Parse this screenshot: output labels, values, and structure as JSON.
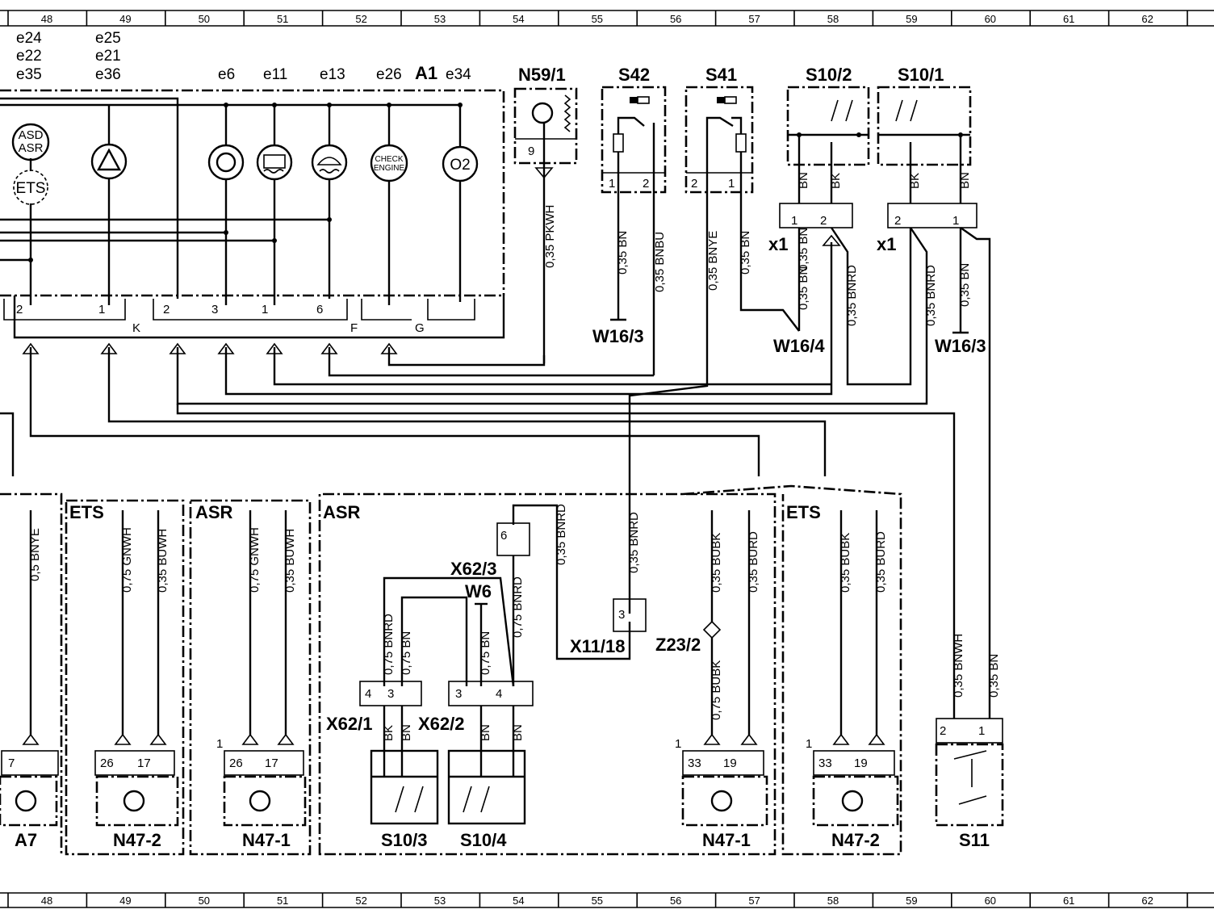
{
  "grid": [
    "48",
    "49",
    "50",
    "51",
    "52",
    "53",
    "54",
    "55",
    "56",
    "57",
    "58",
    "59",
    "60",
    "61",
    "62"
  ],
  "components": {
    "a1": "A1",
    "n59_1": "N59/1",
    "s42": "S42",
    "s41": "S41",
    "s10_2": "S10/2",
    "s10_1": "S10/1",
    "x1a": "x1",
    "x1b": "x1",
    "w16_3a": "W16/3",
    "w16_4": "W16/4",
    "w16_3b": "W16/3",
    "x62_3": "X62/3",
    "w6": "W6",
    "x62_1": "X62/1",
    "x62_2": "X62/2",
    "x11_18": "X11/18",
    "z23_2": "Z23/2",
    "a7": "A7",
    "n47_2a": "N47-2",
    "n47_1a": "N47-1",
    "s10_3": "S10/3",
    "s10_4": "S10/4",
    "n47_1b": "N47-1",
    "n47_2b": "N47-2",
    "s11": "S11",
    "ets1": "ETS",
    "asr1": "ASR",
    "asr2": "ASR",
    "ets2": "ETS"
  },
  "lamp_refs": {
    "col48": [
      "e24",
      "e22",
      "e35"
    ],
    "col49": [
      "e25",
      "e21",
      "e36"
    ],
    "e6": "e6",
    "e11": "e11",
    "e13": "e13",
    "e26": "e26",
    "e34": "e34"
  },
  "lamp_text": {
    "asd": "ASD",
    "asr": "ASR",
    "ets": "ETS",
    "check": "CHECK",
    "engine": "ENGINE",
    "o2": "O2"
  },
  "a1_pins": {
    "p2a": "2",
    "p1a": "1",
    "k": "K",
    "p2b": "2",
    "p3": "3",
    "p1b": "1",
    "p6": "6",
    "f": "F",
    "g": "G"
  },
  "pins": {
    "n59_9": "9",
    "s42_1": "1",
    "s42_2": "2",
    "s41_2": "2",
    "s41_1": "1",
    "x1a_1": "1",
    "x1a_2": "2",
    "x1b_2": "2",
    "x1b_1": "1",
    "x62_3_6": "6",
    "x11_3": "3",
    "x62_1_4": "4",
    "x62_1_3": "3",
    "x62_2_3": "3",
    "x62_2_4": "4",
    "a7_7": "7",
    "n47_2a_26": "26",
    "n47_2a_17": "17",
    "n47_1a_1": "1",
    "n47_1a_26": "26",
    "n47_1a_17": "17",
    "n47_1b_1": "1",
    "n47_1b_33": "33",
    "n47_1b_19": "19",
    "n47_2b_1": "1",
    "n47_2b_33": "33",
    "n47_2b_19": "19",
    "s11_2": "2",
    "s11_1": "1"
  },
  "wires": {
    "n59": "0,35 PKWH",
    "s42_1": "0,35 BN",
    "s42_2": "0,35 BNBU",
    "s41_2": "0,35 BNYE",
    "s41_1": "0,35 BN",
    "s10_2_bn": "BN",
    "s10_2_bk": "BK",
    "s10_1_bk": "BK",
    "s10_1_bn": "BN",
    "x1a_1": "0,35 BN",
    "x1a_bn": "0,35 BN",
    "x1a_2": "0,35 BNRD",
    "x1b_2": "0,35 BNRD",
    "x1b_1": "0,35 BN",
    "a7_w": "0,5 BNYE",
    "ets_gnwh": "0,75 GNWH",
    "ets_buwh": "0,35 BUWH",
    "asr_gnwh": "0,75 GNWH",
    "asr_buwh": "0,35 BUWH",
    "x62_3_bnrd": "0,35 BNRD",
    "x62_1_bnrd": "0,75 BNRD",
    "x62_1_bn": "0,75 BN",
    "x62_2_bn": "0,75 BN",
    "x62_2_bnrd": "0,75 BNRD",
    "x11_bnrd": "0,35 BNRD",
    "n47_1b_bubk": "0,35 BUBK",
    "n47_1b_burd": "0,35 BURD",
    "z23_bubk": "0,75 BUBK",
    "n47_2b_bubk": "0,35 BUBK",
    "n47_2b_burd": "0,35 BURD",
    "s11_bnwh": "0,35 BNWH",
    "s11_bn": "0,35 BN",
    "s10_3_bk": "BK",
    "s10_3_bn": "BN",
    "s10_4_bn": "BN",
    "s10_4_bn2": "BN"
  }
}
